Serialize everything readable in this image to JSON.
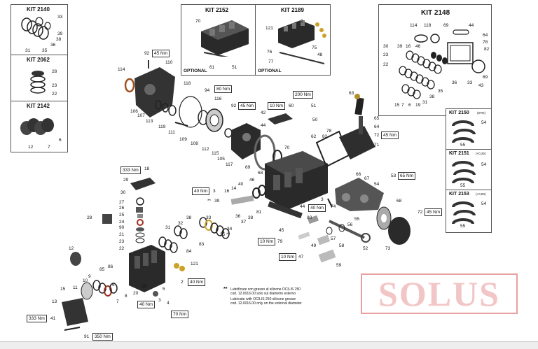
{
  "kits": {
    "k2140": {
      "title": "KIT 2140",
      "nums": [
        "33",
        "39",
        "38",
        "36",
        "31",
        "35"
      ]
    },
    "k2062": {
      "title": "KIT 2062",
      "nums": [
        "28",
        "23",
        "22"
      ]
    },
    "k2142": {
      "title": "KIT 2142",
      "nums": [
        "6",
        "12",
        "7"
      ]
    },
    "k2152": {
      "title": "KIT 2152",
      "nums": [
        "70",
        "61",
        "51"
      ],
      "optional": "OPTIONAL"
    },
    "k2189": {
      "title": "KIT 2189",
      "nums": [
        "2",
        "121",
        "75",
        "76",
        "77",
        "48"
      ],
      "optional": "OPTIONAL"
    },
    "k2148": {
      "title": "KIT 2148",
      "nums": [
        "114",
        "118",
        "69",
        "44",
        "64",
        "78",
        "82",
        "30",
        "39",
        "16",
        "46",
        "23",
        "22",
        "15",
        "7",
        "6",
        "19",
        "31",
        "38",
        "35",
        "36",
        "33",
        "43",
        "69"
      ]
    },
    "k2150": {
      "title": "KIT 2150",
      "sub": "(STD)",
      "nums": [
        "54",
        "55"
      ]
    },
    "k2151": {
      "title": "KIT 2151",
      "sub": "(+0,25)",
      "nums": [
        "54",
        "55"
      ]
    },
    "k2153": {
      "title": "KIT 2153",
      "sub": "(+0,50)",
      "nums": [
        "54",
        "55"
      ]
    }
  },
  "torques": {
    "t1": "45 Nm",
    "t2": "80 Nm",
    "t3": "45 Nm",
    "t4": "10 Nm",
    "t5": "200 Nm",
    "t6": "45 Nm",
    "t7": "333 Nm",
    "t8": "40 Nm",
    "t9": "65 Nm",
    "t10": "40 Nm",
    "t11": "45 Nm",
    "t12": "10 Nm",
    "t13": "10 Nm",
    "t14": "40 Nm",
    "t15": "40 Nm",
    "t16": "70 Nm",
    "t17": "333 Nm",
    "t18": "350 Nm"
  },
  "labels": {
    "l92a": "92",
    "l110": "110",
    "l114": "114",
    "l118": "118",
    "l94": "94",
    "l116": "116",
    "l106": "106",
    "l107": "107",
    "l113": "113",
    "l119": "119",
    "l111": "111",
    "l109": "109",
    "l108": "108",
    "l112": "112",
    "l115": "115",
    "l105": "105",
    "l117": "117",
    "l92b": "92",
    "l42": "42",
    "l44a": "44",
    "l60": "60",
    "l51": "51",
    "l50": "50",
    "l62": "62",
    "l63": "63",
    "l65": "65",
    "l64": "64",
    "l72a": "72",
    "l71": "71",
    "l78": "78",
    "l82": "82",
    "l70": "70",
    "l69": "69",
    "l68a": "68",
    "l46": "46",
    "l40": "40",
    "l16": "16",
    "l14": "14",
    "l3a": "3",
    "l39": "39",
    "l33": "33",
    "l36": "36",
    "l37": "37",
    "l34": "34",
    "l35": "35 **",
    "l38a": "38",
    "l81": "81",
    "l44b": "44",
    "l3b": "3",
    "l74": "74",
    "l66": "66",
    "l67": "67",
    "l53": "53",
    "l54": "54",
    "l68b": "68",
    "l55": "55",
    "l72b": "72",
    "l80": "80",
    "l45": "45",
    "l79": "79",
    "l57": "57",
    "l56": "56",
    "l58": "58",
    "l49": "49",
    "l47": "47",
    "l59": "59",
    "l52": "52",
    "l73": "73",
    "l29": "29",
    "l18": "18",
    "l30": "30",
    "l27": "27",
    "l26": "26",
    "l25": "25",
    "l24": "24",
    "l90": "90",
    "l21": "21",
    "l23": "23",
    "l22": "22",
    "l28": "28",
    "l38b": "38",
    "l32": "32",
    "l31": "31",
    "l84": "84",
    "l83": "83",
    "l121": "121",
    "l86": "86",
    "l85": "85",
    "l9": "9",
    "l10": "10",
    "l11": "11",
    "l12": "12",
    "l15": "15",
    "l8": "8",
    "l7": "7",
    "l6": "6",
    "l20": "20",
    "l19": "19",
    "l2": "2",
    "l5": "5",
    "l4": "4",
    "l3c": "3",
    "l13": "13",
    "l41": "41",
    "l91": "91",
    "l88": "**"
  },
  "note": {
    "marker": "**",
    "it_line1": "Lubrificare con grasso al silicone OCILIS 250",
    "it_line2": "cod. 12.0016.00 solo sul diametro esterno",
    "en_line1": "Lubricate with OCILIS 250 silicone grease",
    "en_line2": "cod. 12.0016.00 only on the external diameter"
  },
  "watermark": "SOLUS"
}
